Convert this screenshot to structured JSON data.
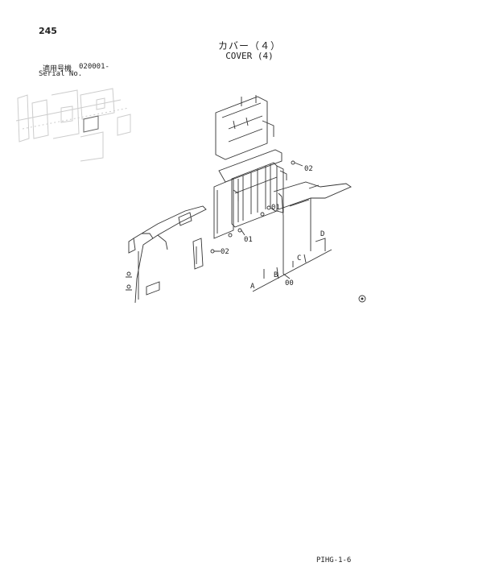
{
  "header": {
    "page_number": "245",
    "title_jp": "カバー（４）",
    "title_en": "COVER (4)",
    "serial_label_jp": "適用号機",
    "serial_value": "020001-",
    "serial_label_en": "Serial No."
  },
  "callouts": {
    "c1": "02",
    "c2": "01",
    "c3": "01",
    "c4": "02",
    "a": "A",
    "b": "B",
    "c": "C",
    "d": "D",
    "assy": "00"
  },
  "footer": {
    "code": "PIHG-1-6"
  },
  "colors": {
    "line": "#333333",
    "ghost": "#cccccc"
  }
}
